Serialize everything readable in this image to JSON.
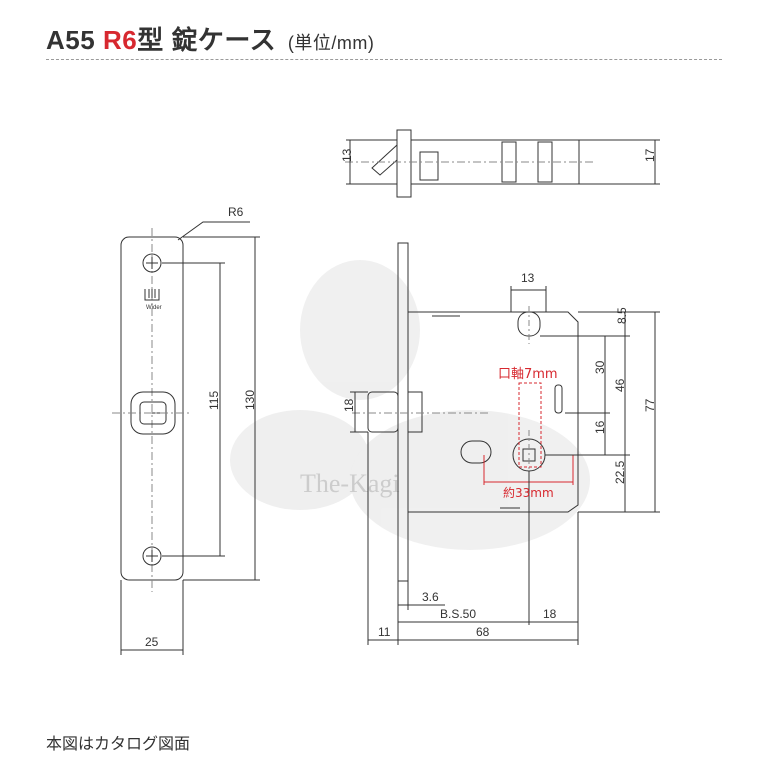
{
  "title": {
    "model": "A55",
    "type_code": "R6",
    "type_suffix": "型 錠ケース",
    "unit": "(単位/mm)"
  },
  "watermark": "The-Kagi",
  "note": "本図はカタログ図面",
  "colors": {
    "accent": "#d7282f",
    "line": "#333333",
    "dashed": "#9a9a9a"
  },
  "labels": {
    "r6": "R6",
    "d13_top": "13",
    "d17": "17",
    "d13_mid": "13",
    "d85": "8.5",
    "d30": "30",
    "d46": "46",
    "d77": "77",
    "d16": "16",
    "d225": "22.5",
    "d18_left": "18",
    "d115": "115",
    "d130": "130",
    "d25": "25",
    "d36": "3.6",
    "bs50": "B.S.50",
    "d18_bottom": "18",
    "d11": "11",
    "d68": "68",
    "spindle": "口軸7mm",
    "approx33": "約33mm",
    "logo_text": "Wider"
  }
}
